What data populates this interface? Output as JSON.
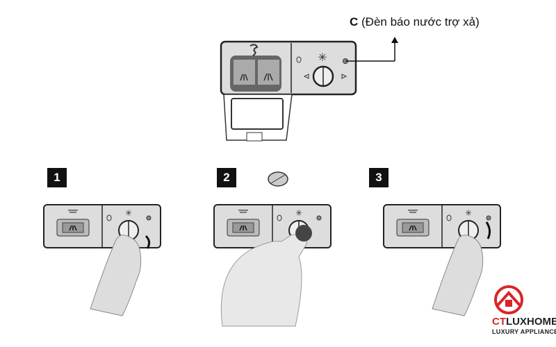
{
  "caption": {
    "letter": "C",
    "text": "(Đèn báo nước trợ xả)"
  },
  "steps": [
    {
      "number": "1",
      "action": "open-cap"
    },
    {
      "number": "2",
      "action": "pour-rinse-aid"
    },
    {
      "number": "3",
      "action": "close-cap"
    }
  ],
  "logo": {
    "brand_ct": "CT",
    "brand_rest": "LUXHOME",
    "tagline": "LUXURY APPLIANCES",
    "color": "#d9252a"
  }
}
